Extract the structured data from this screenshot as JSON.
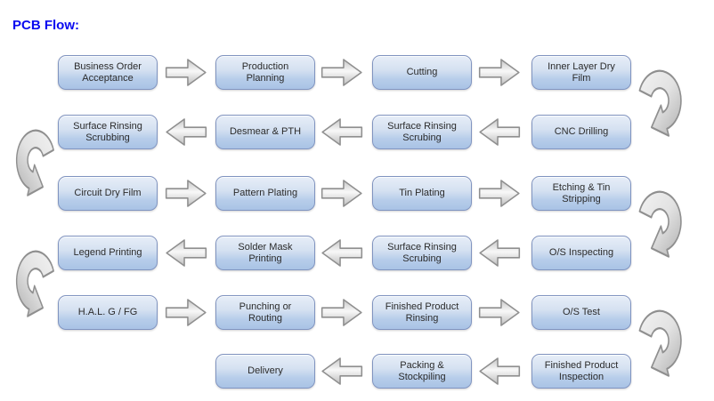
{
  "page": {
    "title": "PCB Flow:"
  },
  "colors": {
    "title_blue": "#0a0af0",
    "box_fill_top": "#e7eef8",
    "box_fill_bottom": "#a9c3e5",
    "box_border": "#8094c0",
    "arrow_fill_light": "#f8f8f8",
    "arrow_fill_dark": "#bdbdbd",
    "arrow_outline": "#8f8f8f",
    "background": "#ffffff"
  },
  "diagram": {
    "type": "process-flow",
    "rows": [
      {
        "direction": "right",
        "boxes": [
          "Business Order Acceptance",
          "Production Planning",
          "Cutting",
          "Inner Layer Dry Film"
        ]
      },
      {
        "direction": "left",
        "boxes": [
          "Surface Rinsing Scrubbing",
          "Desmear & PTH",
          "Surface Rinsing Scrubing",
          "CNC Drilling"
        ]
      },
      {
        "direction": "right",
        "boxes": [
          "Circuit Dry Film",
          "Pattern Plating",
          "Tin Plating",
          "Etching & Tin Stripping"
        ]
      },
      {
        "direction": "left",
        "boxes": [
          "Legend Printing",
          "Solder Mask Printing",
          "Surface Rinsing Scrubing",
          "O/S Inspecting"
        ]
      },
      {
        "direction": "right",
        "boxes": [
          "H.A.L. G / FG",
          "Punching or Routing",
          "Finished Product Rinsing",
          "O/S Test"
        ]
      },
      {
        "direction": "left",
        "boxes": [
          "Delivery",
          "Packing & Stockpiling",
          "Finished Product Inspection"
        ]
      }
    ],
    "connectors": [
      {
        "side": "right",
        "between": "row1-row2"
      },
      {
        "side": "left",
        "between": "row2-row3"
      },
      {
        "side": "right",
        "between": "row3-row4"
      },
      {
        "side": "left",
        "between": "row4-row5"
      },
      {
        "side": "right",
        "between": "row5-row6"
      }
    ]
  }
}
